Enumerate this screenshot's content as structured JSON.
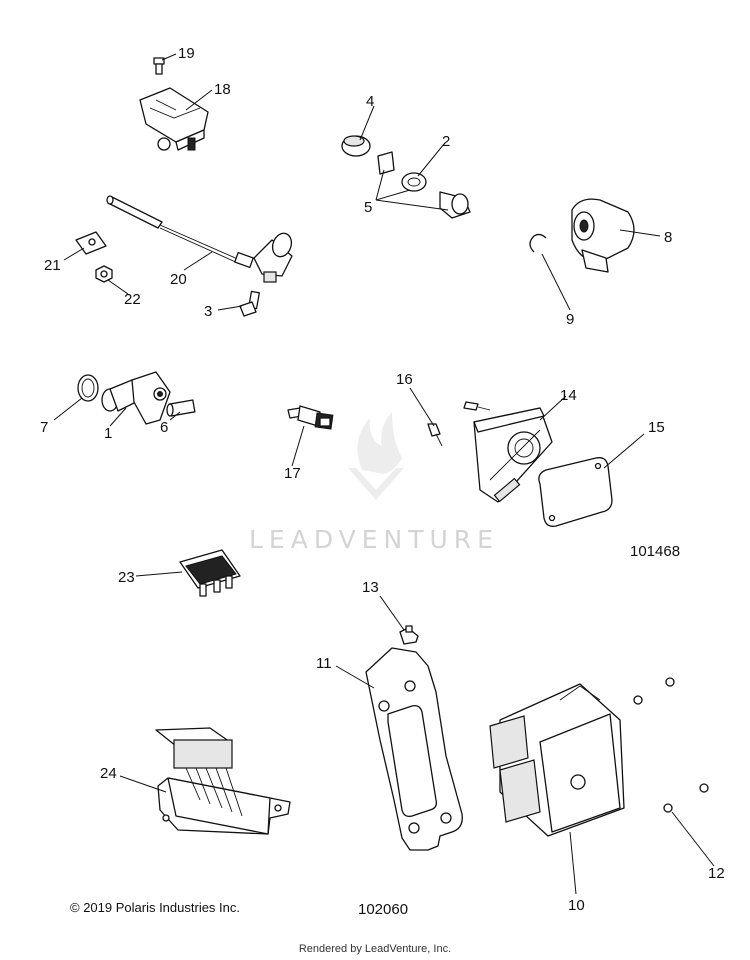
{
  "callouts": {
    "c1": "1",
    "c2": "2",
    "c3": "3",
    "c4": "4",
    "c5": "5",
    "c6": "6",
    "c7": "7",
    "c8": "8",
    "c9": "9",
    "c10": "10",
    "c11": "11",
    "c12": "12",
    "c13": "13",
    "c14": "14",
    "c15": "15",
    "c16": "16",
    "c17": "17",
    "c18": "18",
    "c19": "19",
    "c20": "20",
    "c21": "21",
    "c22": "22",
    "c23": "23",
    "c24": "24"
  },
  "ref_numbers": {
    "upper": "101468",
    "lower": "102060"
  },
  "watermark": {
    "text": "LEADVENTURE",
    "icon": "flame-v-logo"
  },
  "footer": {
    "copyright": "© 2019 Polaris Industries Inc.",
    "rendered_by": "Rendered by LeadVenture, Inc."
  }
}
